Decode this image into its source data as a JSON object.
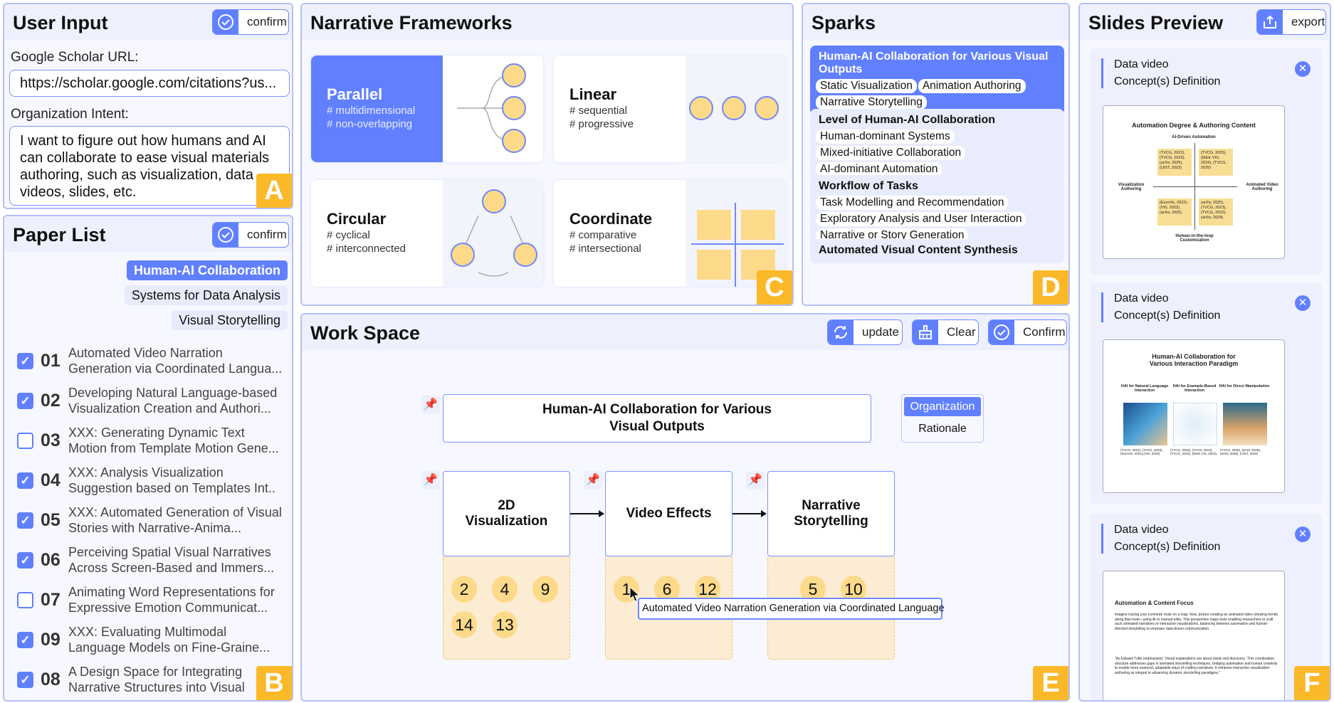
{
  "user_input": {
    "title": "User Input",
    "confirm": "confirm",
    "url_label": "Google Scholar URL:",
    "url_value": "https://scholar.google.com/citations?us...",
    "intent_label": "Organization Intent:",
    "intent_value": "I want to figure out how humans and AI can collaborate to ease visual materials authoring, such as visualization, data videos, slides, etc.",
    "badge": "A"
  },
  "paper_list": {
    "title": "Paper List",
    "confirm": "confirm",
    "badge": "B",
    "tags": [
      {
        "label": "Human-AI Collaboration",
        "active": true
      },
      {
        "label": "Systems for Data Analysis",
        "active": false
      },
      {
        "label": "Visual Storytelling",
        "active": false
      }
    ],
    "papers": [
      {
        "num": "01",
        "checked": true,
        "line1": "Automated Video Narration",
        "line2": "Generation via Coordinated Langua..."
      },
      {
        "num": "02",
        "checked": true,
        "line1": "Developing Natural Language-based",
        "line2": "Visualization Creation and Authori..."
      },
      {
        "num": "03",
        "checked": false,
        "line1": "XXX: Generating Dynamic Text",
        "line2": "Motion from Template Motion Gene..."
      },
      {
        "num": "04",
        "checked": true,
        "line1": "XXX: Analysis Visualization",
        "line2": "Suggestion based on Templates Int.."
      },
      {
        "num": "05",
        "checked": true,
        "line1": "XXX: Automated Generation of Visual",
        "line2": "Stories with Narrative-Anima..."
      },
      {
        "num": "06",
        "checked": true,
        "line1": "Perceiving Spatial Visual Narratives",
        "line2": "Across Screen-Based and Immers..."
      },
      {
        "num": "07",
        "checked": false,
        "line1": "Animating Word Representations for",
        "line2": "Expressive Emotion Communicat..."
      },
      {
        "num": "09",
        "checked": true,
        "line1": "XXX: Evaluating Multimodal",
        "line2": "Language Models on Fine-Graine..."
      },
      {
        "num": "08",
        "checked": true,
        "line1": "A Design Space for Integrating",
        "line2": "Narrative Structures into Visual"
      }
    ]
  },
  "frameworks": {
    "title": "Narrative Frameworks",
    "badge": "C",
    "items": [
      {
        "name": "Parallel",
        "tags": [
          "# multidimensional",
          "# non-overlapping"
        ],
        "selected": true
      },
      {
        "name": "Linear",
        "tags": [
          "# sequential",
          "# progressive"
        ],
        "selected": false
      },
      {
        "name": "Circular",
        "tags": [
          "# cyclical",
          "# interconnected"
        ],
        "selected": false
      },
      {
        "name": "Coordinate",
        "tags": [
          "# comparative",
          "# intersectional"
        ],
        "selected": false
      }
    ]
  },
  "sparks": {
    "title": "Sparks",
    "badge": "D",
    "groups": [
      {
        "title": "Human-AI Collaboration for Various Visual Outputs",
        "selected": true,
        "chips": [
          "Static Visualization",
          "Animation Authoring",
          "Narrative Storytelling"
        ]
      },
      {
        "title": "Level of Human-AI Collaboration",
        "selected": false,
        "chips": [
          "Human-dominant Systems",
          "Mixed-initiative Collaboration",
          "AI-dominant Automation"
        ]
      },
      {
        "title": "Workflow of Tasks",
        "selected": false,
        "chips": [
          "Task Modelling and Recommendation",
          "Exploratory Analysis and User Interaction",
          "Narrative or Story Generation"
        ]
      },
      {
        "title": "Automated Visual Content Synthesis",
        "selected": false,
        "chips": []
      }
    ]
  },
  "workspace": {
    "title": "Work Space",
    "update": "update",
    "clear": "Clear",
    "confirm": "Confirm",
    "badge": "E",
    "root": "Human-AI Collaboration for Various Visual Outputs",
    "toggle": {
      "organization": "Organization",
      "rationale": "Rationale",
      "active": "Organization"
    },
    "stages": [
      {
        "name": "2D Visualization",
        "papers": [
          "2",
          "4",
          "9",
          "14",
          "13"
        ]
      },
      {
        "name": "Video Effects",
        "papers": [
          "1",
          "6",
          "12"
        ]
      },
      {
        "name": "Narrative Storytelling",
        "papers": [
          "5",
          "10"
        ]
      }
    ],
    "tooltip": "Automated Video Narration Generation via Coordinated Language"
  },
  "slides": {
    "title": "Slides Preview",
    "export": "export",
    "badge": "F",
    "cards": [
      {
        "kind": "Data video",
        "def": "Concept(s) Definition",
        "slide": {
          "title": "Automation Degree & Authoring Content",
          "top": "AI-Driven Automation",
          "bottom": "Human-in-the-loop Customization",
          "left": "Visualization Authoring",
          "right": "Animated Video Authoring",
          "q": [
            "(TVCG, 2022), (TVCG, 2023), (arXiv, 2025), (UIST, 2023)",
            "(TVCG, 2025), (IEEE VIS, 2024), (TVCG, 2025)",
            "(EuroVis, 2022), (VIS, 2023), (arXiv, 2025)",
            "(arXiv, 2025), (TVCG, 2023), (TVCG, 2022), (arXiv, 2024)"
          ]
        }
      },
      {
        "kind": "Data video",
        "def": "Concept(s) Definition",
        "slide": {
          "title": "Human-AI Collaboration for Various Interaction Paradigm",
          "cols": [
            {
              "h": "HAI for Natural Language Interaction",
              "refs": "(TVCG, 2022), (TVCG, 2022), (EuroVis, 2021),(VIS, 2024)"
            },
            {
              "h": "HAI for Example-Based Interaction",
              "refs": "(TVCG, 2023), (TVCG, 2024), (TVCG, 2024), (IEEE VIS, 2024),"
            },
            {
              "h": "HAI for Direct Manipulation",
              "refs": "(TVCG, 2025), (arXiv, 2025), (arXiv, 2025), (UIST, 2024)"
            }
          ]
        }
      },
      {
        "kind": "Data video",
        "def": "Concept(s) Definition",
        "slide": {
          "title": "Automation & Content Focus",
          "p1": "Imagine tracing your commute route on a map. Now, picture creating an animated video showing trends along that route—using AI or manual edits. This perspective maps tools enabling researchers to craft such animated narratives or interactive visualizations, balancing between automation and human-directed storytelling to empower data-driven communication.",
          "p2": "\"As Edward Tufte emphasized, 'Visual explanations are about clarity and discovery.' This coordination structure addresses gaps in animated storytelling techniques, bridging automation and human creativity to enable more nuanced, adaptable ways of crafting narratives. It reframes interactive visualization authoring as integral to advancing dynamic storytelling paradigms.\""
        }
      }
    ]
  },
  "colors": {
    "accent": "#6180ff",
    "badge": "#fbb829",
    "node": "#fdd98a",
    "panel": "#f7f8ff"
  }
}
